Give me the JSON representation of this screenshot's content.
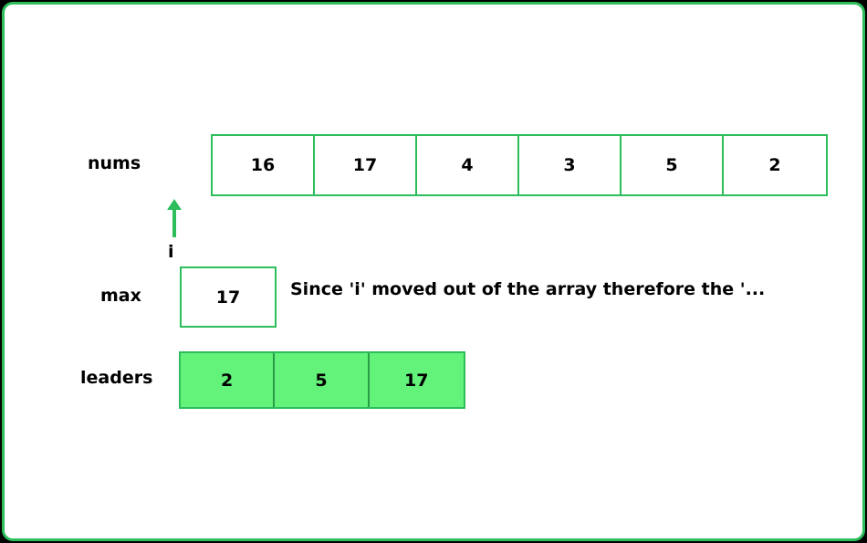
{
  "nums": {
    "label": "nums",
    "values": [
      "16",
      "17",
      "4",
      "3",
      "5",
      "2"
    ]
  },
  "pointer": {
    "label": "i",
    "icon": "up-arrow-icon",
    "color": "#2dbd5b"
  },
  "max": {
    "label": "max",
    "value": "17"
  },
  "note": "Since 'i' moved out of the array therefore the '...",
  "leaders": {
    "label": "leaders",
    "values": [
      "2",
      "5",
      "17"
    ]
  },
  "colors": {
    "border": "#2dbd5b",
    "leader_fill": "#63f27a"
  }
}
